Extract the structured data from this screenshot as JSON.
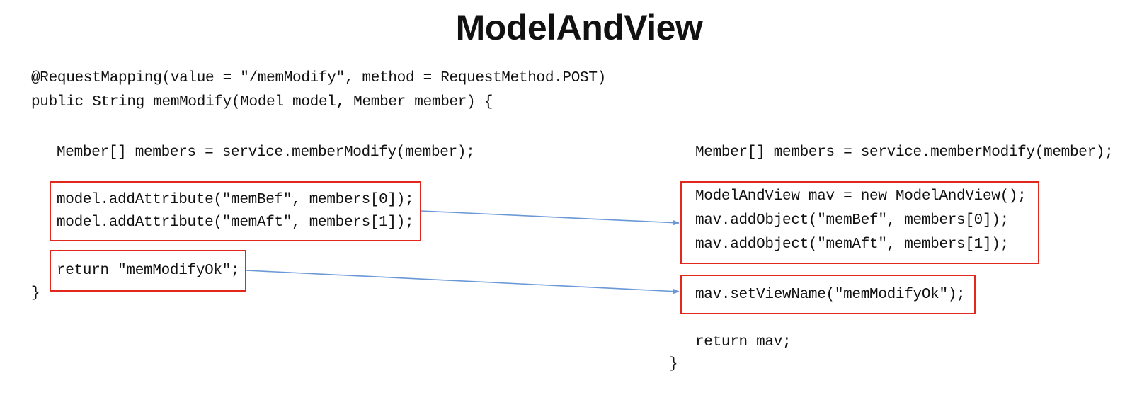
{
  "title": "ModelAndView",
  "colors": {
    "highlight_box": "#e2271c",
    "arrow": "#6a98d6"
  },
  "left_code": {
    "annotation": "@RequestMapping(value = \"/memModify\", method = RequestMethod.POST)",
    "signature": "public String memModify(Model model, Member member) {",
    "members_line": "Member[] members = service.memberModify(member);",
    "add_attr_bef": "model.addAttribute(\"memBef\", members[0]);",
    "add_attr_aft": "model.addAttribute(\"memAft\", members[1]);",
    "return_line": "return \"memModifyOk\";",
    "closing_brace": "}"
  },
  "right_code": {
    "members_line": "Member[] members = service.memberModify(member);",
    "new_mav": "ModelAndView mav = new ModelAndView();",
    "add_obj_bef": "mav.addObject(\"memBef\", members[0]);",
    "add_obj_aft": "mav.addObject(\"memAft\", members[1]);",
    "set_view_name": "mav.setViewName(\"memModifyOk\");",
    "return_line": "return mav;",
    "closing_brace": "}"
  }
}
